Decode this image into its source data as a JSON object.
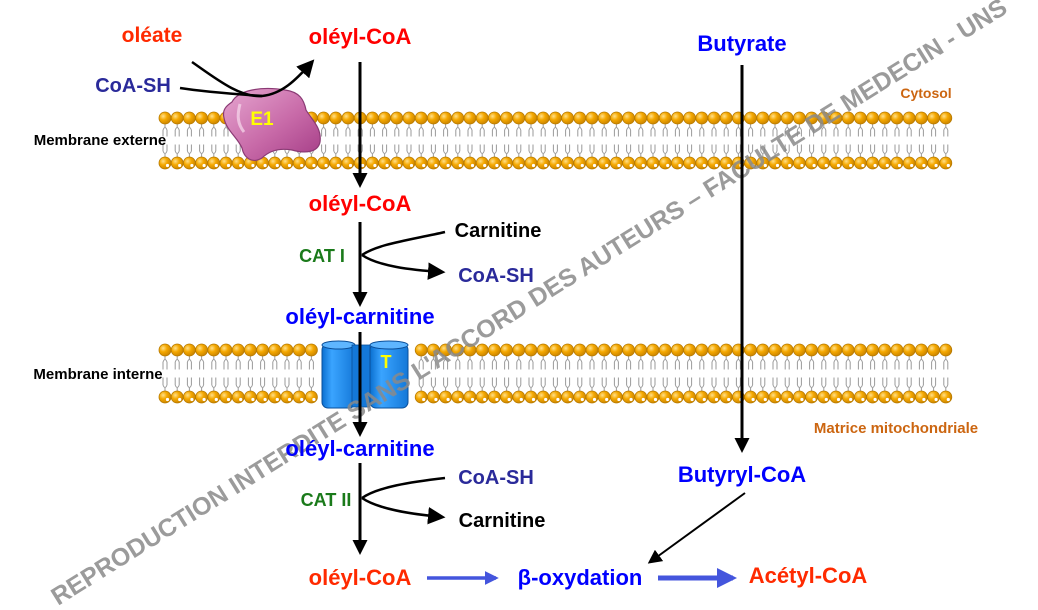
{
  "colors": {
    "red": "#ff2a00",
    "bright_red": "#ff0000",
    "blue": "#0000ff",
    "navy": "#2a2a9a",
    "green": "#1a7a1a",
    "orange": "#cc6611",
    "black": "#000000",
    "lipid_head": "#f5a800",
    "lipid_tail": "#9a9a9a",
    "protein_e1": "#c86aa8",
    "protein_t": "#1e90ff",
    "arrow_blue": "#4455dd",
    "watermark": "#8a8a8a"
  },
  "compartments": {
    "cytosol": "Cytosol",
    "matrix": "Matrice mitochondriale"
  },
  "membranes": {
    "outer": "Membrane externe",
    "inner": "Membrane interne"
  },
  "proteins": {
    "outer_enzyme": "E1",
    "transporter": "T"
  },
  "enzymes": {
    "cat1": "CAT I",
    "cat2": "CAT II"
  },
  "metabolites": {
    "oleate": "oléate",
    "coash_in": "CoA-SH",
    "oleyl_coa_cytosol": "oléyl-CoA",
    "oleyl_coa_ims": "oléyl-CoA",
    "carnitine_in": "Carnitine",
    "coash_out": "CoA-SH",
    "oleyl_carnitine_ims": "oléyl-carnitine",
    "oleyl_carnitine_matrix": "oléyl-carnitine",
    "coash_in_matrix": "CoA-SH",
    "carnitine_out": "Carnitine",
    "oleyl_coa_matrix": "oléyl-CoA",
    "beta_oxidation": "β-oxydation",
    "acetyl_coa": "Acétyl-CoA",
    "butyrate": "Butyrate",
    "butyryl_coa": "Butyryl-CoA"
  },
  "watermark": "REPRODUCTION INTERDITE SANS L'ACCORD DES AUTEURS – FACULTE DE MEDECIN - UNS"
}
